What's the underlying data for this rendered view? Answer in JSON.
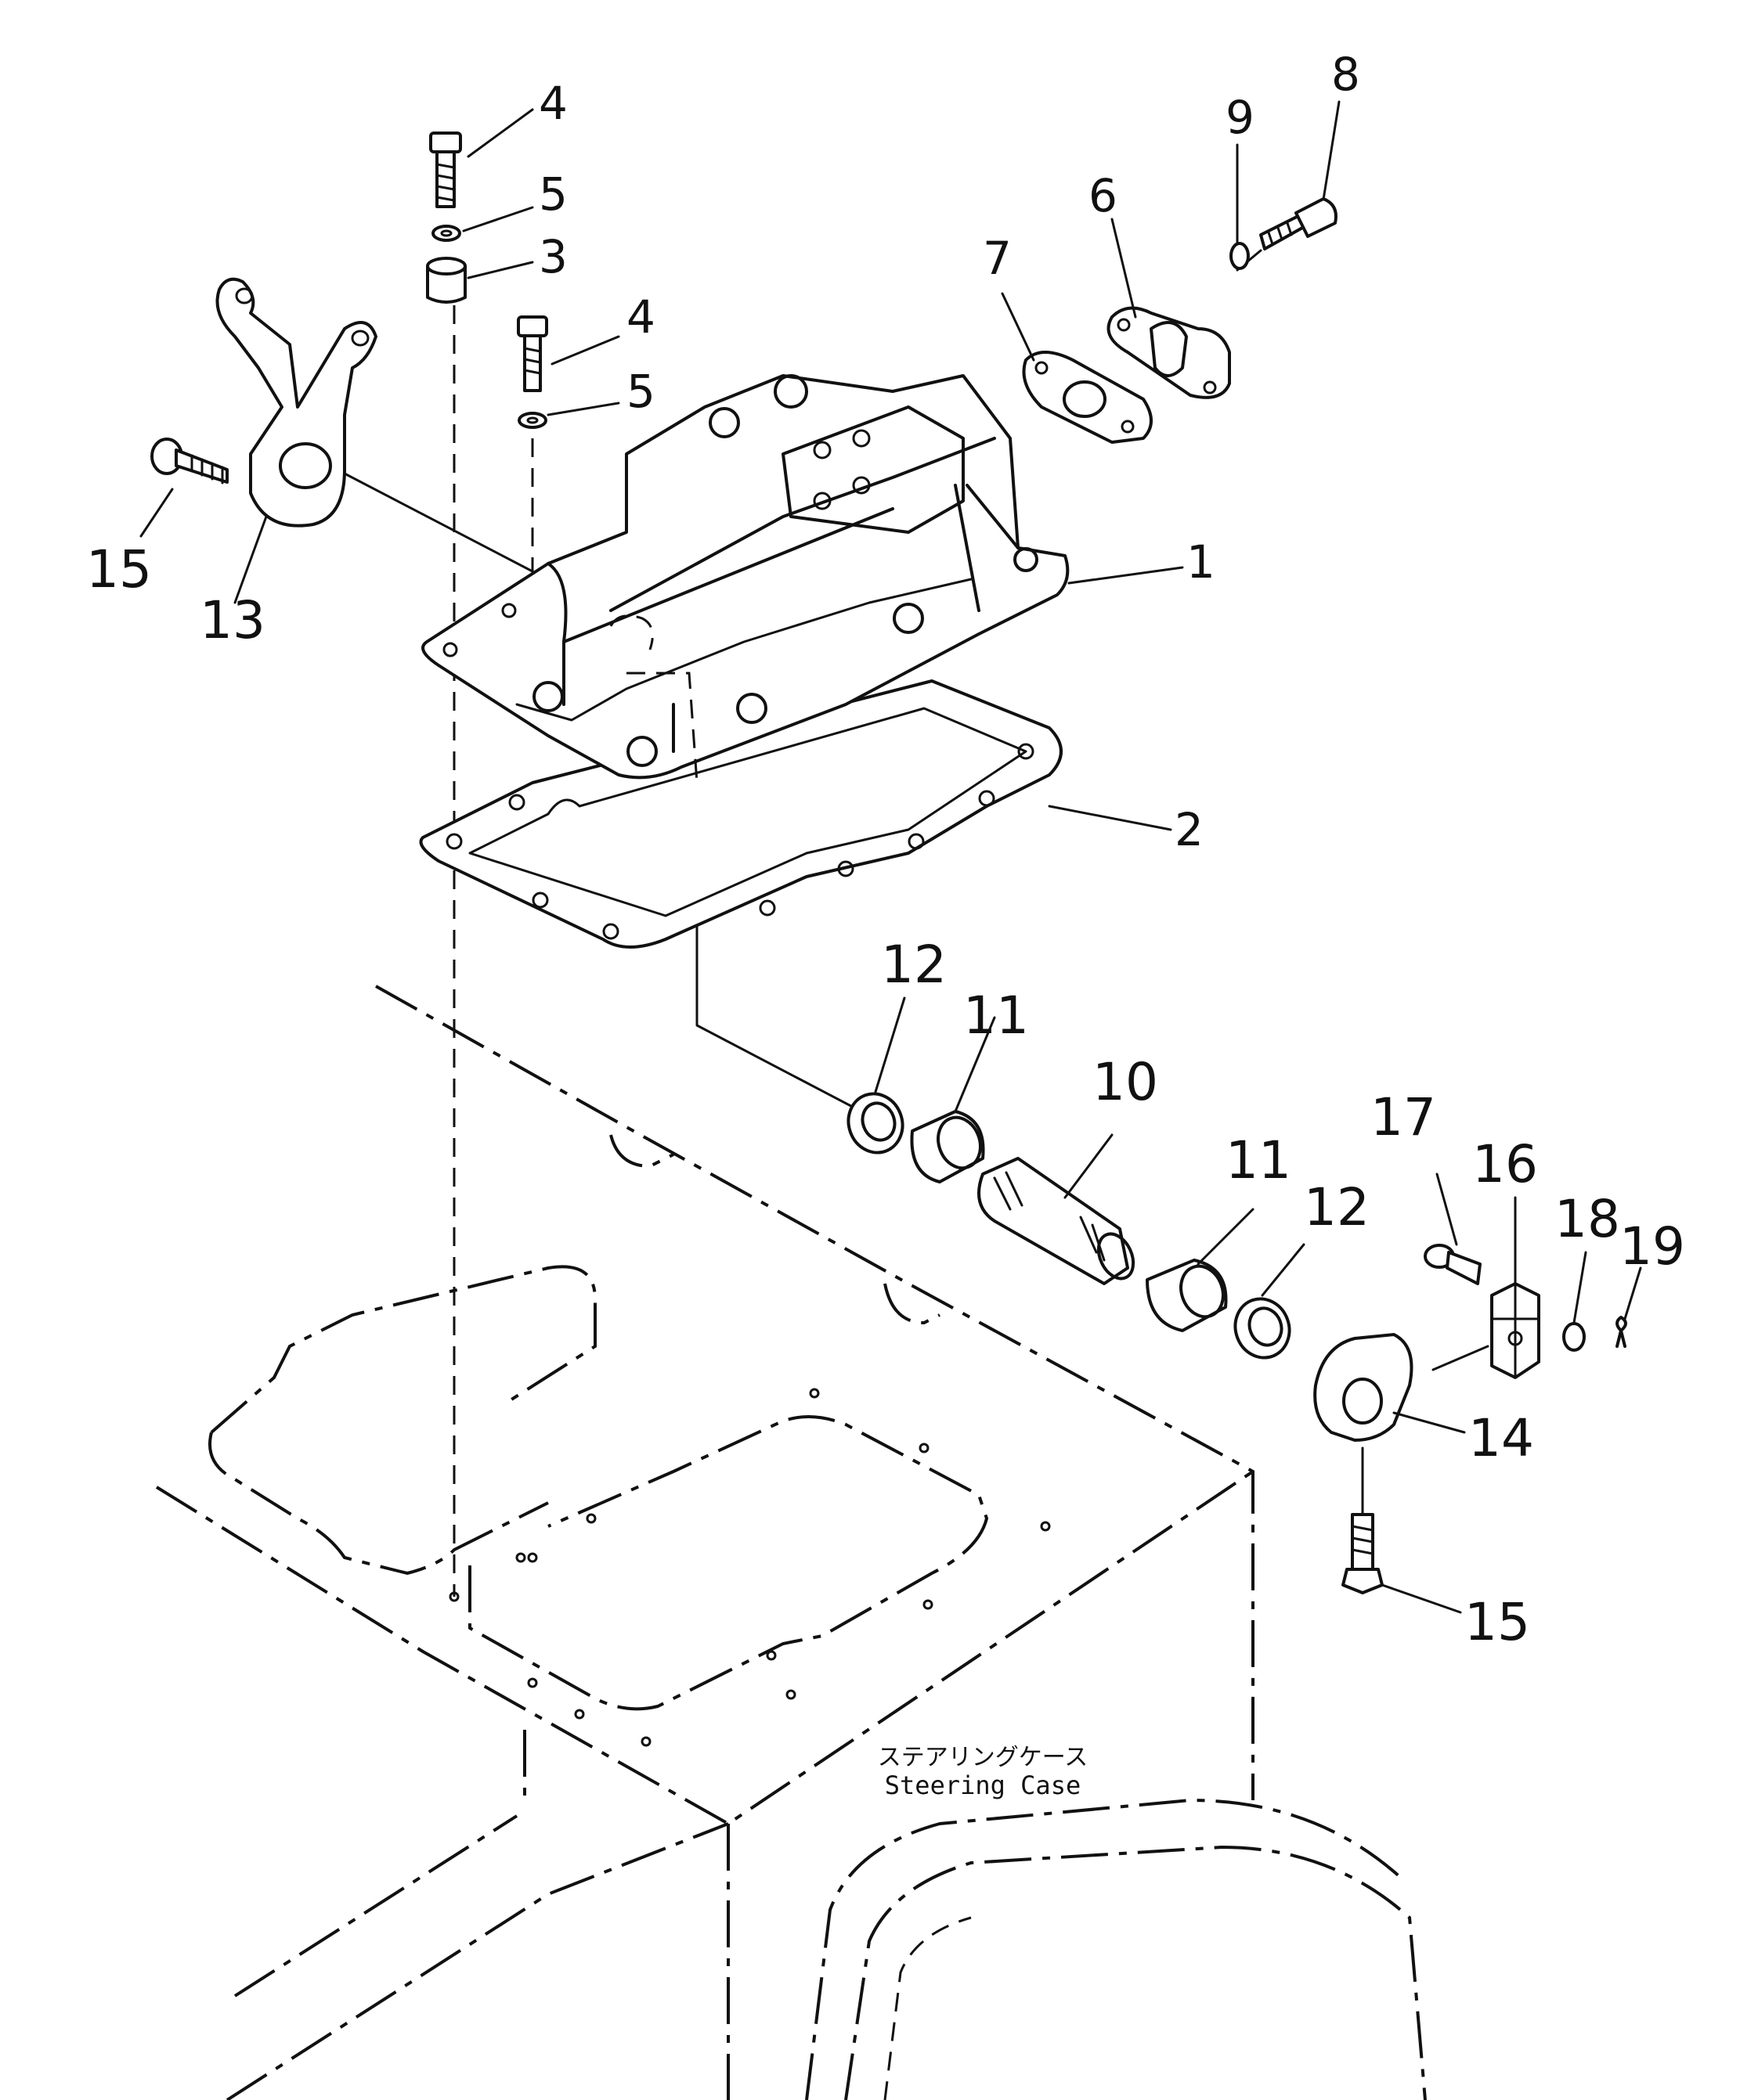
{
  "callouts": {
    "c1": "1",
    "c2": "2",
    "c3": "3",
    "c4a": "4",
    "c4b": "4",
    "c5a": "5",
    "c5b": "5",
    "c6": "6",
    "c7": "7",
    "c8": "8",
    "c9": "9",
    "c10": "10",
    "c11a": "11",
    "c11b": "11",
    "c12a": "12",
    "c12b": "12",
    "c13": "13",
    "c14": "14",
    "c15a": "15",
    "c15b": "15",
    "c16": "16",
    "c17": "17",
    "c18": "18",
    "c19": "19"
  },
  "caption": {
    "japanese": "ステアリングケース",
    "english": "Steering Case"
  },
  "icons": {
    "bolt": "bolt-icon",
    "washer": "washer-icon",
    "bearing": "bearing-icon"
  },
  "colors": {
    "line": "#111111",
    "background": "#ffffff"
  }
}
